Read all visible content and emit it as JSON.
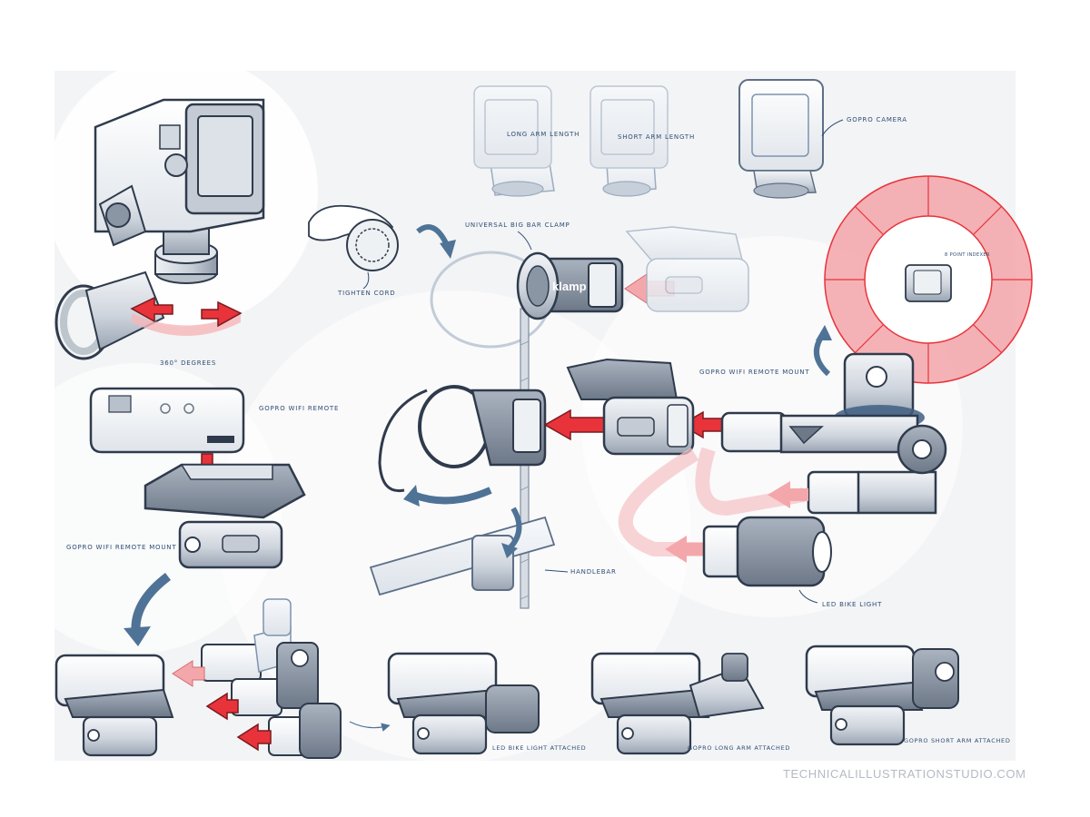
{
  "labels": {
    "degrees": "360° DEGREES",
    "wifi_remote": "GOPRO WIFI REMOTE",
    "remote_mount_left": "GOPRO WIFI REMOTE MOUNT",
    "long_arm": "LONG ARM LENGTH",
    "short_arm": "SHORT ARM LENGTH",
    "gopro_camera": "GOPRO CAMERA",
    "universal_clamp": "UNIVERSAL BIG BAR CLAMP",
    "tighten_cord": "TIGHTEN CORD",
    "remote_mount_center": "GOPRO WIFI REMOTE MOUNT",
    "point_indexer": "8 POINT INDEXER",
    "handlebar": "HANDLEBAR",
    "led_light": "LED BIKE LIGHT",
    "led_attached": "LED BIKE LIGHT ATTACHED",
    "long_arm_attached": "GOPRO LONG ARM ATTACHED",
    "short_arm_attached": "GOPRO SHORT ARM ATTACHED"
  },
  "brand": "klamp",
  "watermark": "TECHNICALILLUSTRATIONSTUDIO.COM",
  "colors": {
    "accent_red": "#e8333a",
    "ink_blue": "#2f4d73",
    "arrow_blue": "#4f7396",
    "body_grey": "#cfd5dd",
    "bg_panel": "#f3f4f6"
  },
  "icons": [
    "gopro-camera-icon",
    "bar-clamp-icon",
    "wifi-remote-icon",
    "remote-mount-icon",
    "long-arm-icon",
    "short-arm-icon",
    "bike-light-icon",
    "indexer-dial-icon",
    "rotate-arrow-icon",
    "push-arrow-icon"
  ]
}
